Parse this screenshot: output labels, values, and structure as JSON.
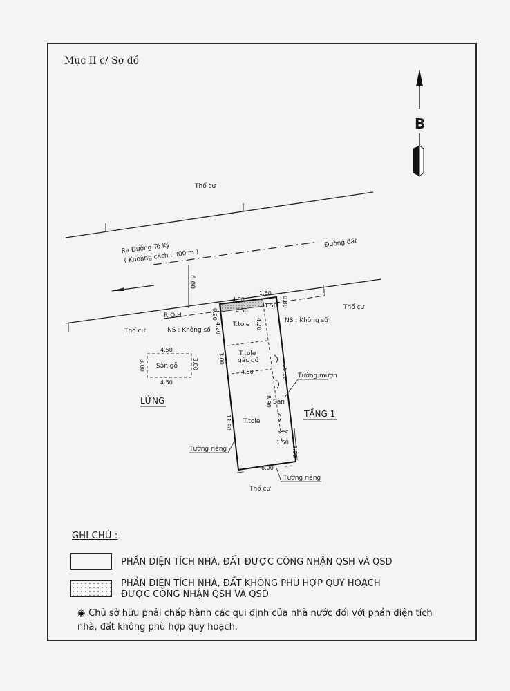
{
  "document": {
    "section_title": "Mục II c/ Sơ đồ",
    "north_label": "B"
  },
  "plan": {
    "labels": {
      "tho_cu_top": "Thổ cư",
      "tho_cu_left": "Thổ cư",
      "tho_cu_right": "Thổ cư",
      "tho_cu_bottom": "Thổ cư",
      "road_to": "Ra Đường Tô Ký",
      "road_distance": "( Khoảng cách : 300  m )",
      "planned_road": "Đường đất",
      "rqh": "R Q H",
      "ns_left": "NS : Không số",
      "ns_right": "NS : Không số",
      "room_front": "T.tole",
      "room_mid_1": "T.tole",
      "room_mid_2": "gác gỗ",
      "room_rear": "T.tole",
      "san": "Sân",
      "san_go": "Sàn gỗ",
      "lung": "LỬNG",
      "tang1": "TẦNG 1",
      "tuong_muon": "Tường mượn",
      "tuong_rieng_left": "Tường riêng",
      "tuong_rieng_bottom": "Tường riêng"
    },
    "dimensions": {
      "road_width": "6.00",
      "front_top_4_50": "4.50",
      "front_top_1_50": "1.50",
      "front_inner_4_50": "4.50",
      "front_inner_1_50": "1.50",
      "setback_left": "0.90",
      "setback_right": "0.80",
      "left_4_20": "4.20",
      "inner_4_20": "4.20",
      "left_3_00": "3.00",
      "mid_4_50": "4.50",
      "right_16_10": "16.10",
      "san_8_90": "8.90",
      "left_11_90": "11.90",
      "rear_1_50": "1.50",
      "rear_3_00": "3.00",
      "rear_6_00": "6.00",
      "mezz_top": "4.50",
      "mezz_bottom": "4.50",
      "mezz_left": "3.00",
      "mezz_right": "3.00"
    }
  },
  "legend": {
    "title": "GHI CHÚ :",
    "items": [
      {
        "style": "solid",
        "text": "PHẦN DIỆN TÍCH NHÀ, ĐẤT ĐƯỢC CÔNG NHẬN QSH VÀ QSD"
      },
      {
        "style": "dotted",
        "text_line1": "PHẦN DIỆN TÍCH NHÀ, ĐẤT KHÔNG PHÙ HỢP QUY HOẠCH",
        "text_line2": "ĐƯỢC CÔNG NHẬN QSH VÀ QSD"
      }
    ],
    "note_bullet": "◉",
    "note": "Chủ sở hữu phải chấp hành các qui định của nhà nước đối với phần diện tích nhà, đất không phù hợp quy hoạch."
  }
}
